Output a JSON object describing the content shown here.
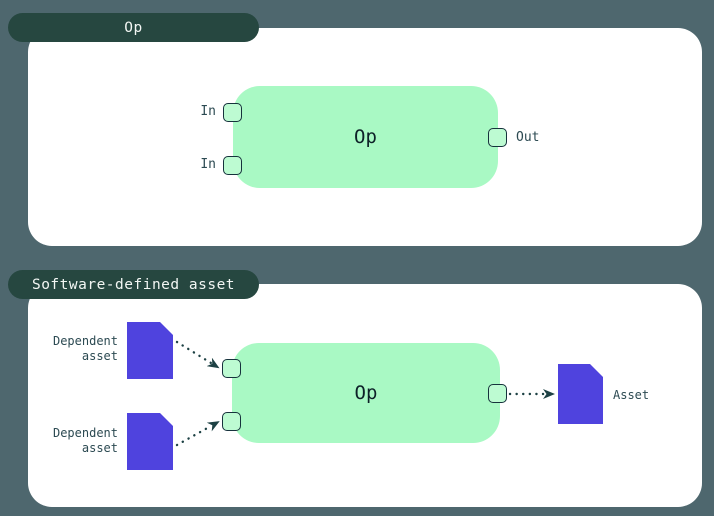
{
  "colors": {
    "background": "#4E676E",
    "card": "#FFFFFF",
    "tab_fill": "#264740",
    "tab_text": "#F2F6F3",
    "node_fill": "#A9F9C4",
    "node_text": "#0D2128",
    "handle_fill": "#BDFBD2",
    "handle_border": "#16323C",
    "asset_doc_fill": "#4F43DE",
    "label_text": "#2C4A52",
    "arrow": "#1D4144"
  },
  "op_section": {
    "tab_label": "Op",
    "node_label": "Op",
    "inputs": [
      {
        "label": "In"
      },
      {
        "label": "In"
      }
    ],
    "outputs": [
      {
        "label": "Out"
      }
    ]
  },
  "sda_section": {
    "tab_label": "Software-defined asset",
    "node_label": "Op",
    "dependent_assets": [
      {
        "label": "Dependent\nasset"
      },
      {
        "label": "Dependent\nasset"
      }
    ],
    "produced_asset": {
      "label": "Asset"
    }
  }
}
